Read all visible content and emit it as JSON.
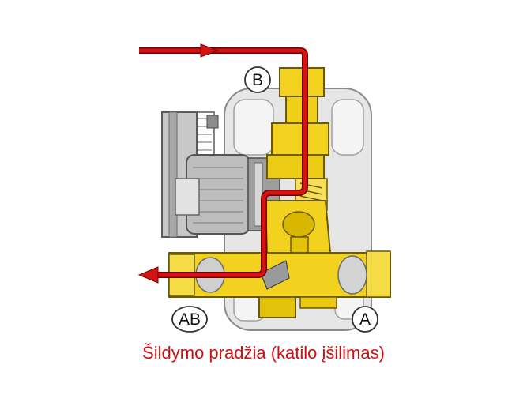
{
  "ports": {
    "b": "B",
    "ab": "AB",
    "a": "A"
  },
  "caption": "Šildymo pradžia (katilo įšilimas)",
  "colors": {
    "flow_arrow": "#d41414",
    "brass": "#f2d21e",
    "brass_dark": "#c9a400",
    "housing": "#e4e4e4",
    "motor": "#b9b9b9",
    "caption": "#d01010"
  }
}
